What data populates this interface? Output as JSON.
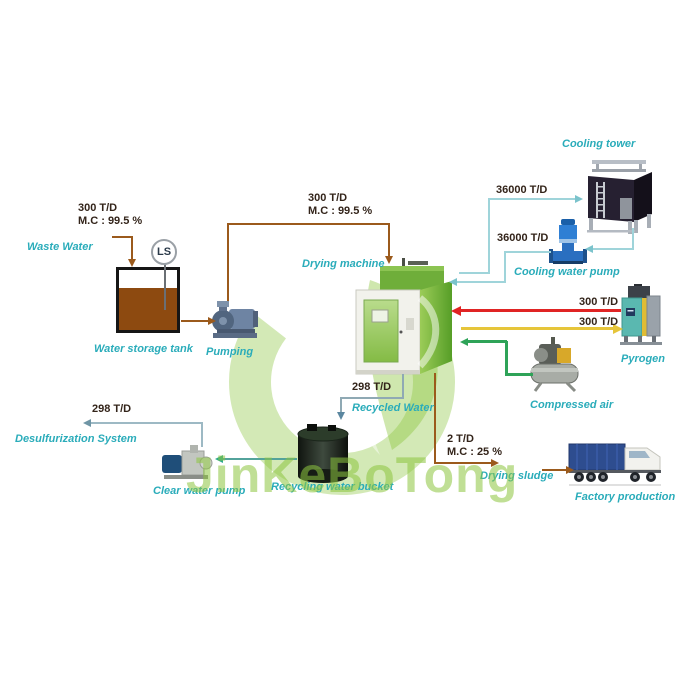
{
  "watermark": {
    "text": "JinKeBoTong",
    "color": "#8dc63f"
  },
  "colors": {
    "label_cyan": "#2aacba",
    "value_text": "#33241a",
    "line_brown": "#9b5a1c",
    "line_cyan": "#9fd4da",
    "line_red": "#e02424",
    "line_yellow": "#e6c53a",
    "line_green": "#2ea358",
    "line_steel": "#8fa9b4",
    "line_teal": "#53a39b",
    "tank_liquid": "#8d4a10"
  },
  "nodes": {
    "waste_water": "Waste Water",
    "water_storage_tank": "Water storage tank",
    "level_sensor": "LS",
    "pumping": "Pumping",
    "drying_machine": "Drying machine",
    "cooling_tower": "Cooling tower",
    "cooling_water_pump": "Cooling water pump",
    "pyrogen": "Pyrogen",
    "compressed_air": "Compressed air",
    "recycled_water": "Recycled Water",
    "recycling_water_bucket": "Recycling water bucket",
    "clear_water_pump": "Clear water pump",
    "desulfurization_system": "Desulfurization System",
    "drying_sludge": "Drying sludge",
    "factory_production": "Factory production"
  },
  "flows": {
    "waste_inflow_rate": "300 T/D",
    "waste_inflow_mc": "M.C : 99.5 %",
    "dryer_in_rate": "300 T/D",
    "dryer_in_mc": "M.C : 99.5 %",
    "cooling_supply_rate": "36000 T/D",
    "cooling_return_rate": "36000 T/D",
    "pyrogen_supply_rate": "300 T/D",
    "pyrogen_return_rate": "300 T/D",
    "recycled_rate": "298 T/D",
    "desulf_rate": "298 T/D",
    "sludge_rate": "2 T/D",
    "sludge_mc": "M.C : 25 %"
  }
}
